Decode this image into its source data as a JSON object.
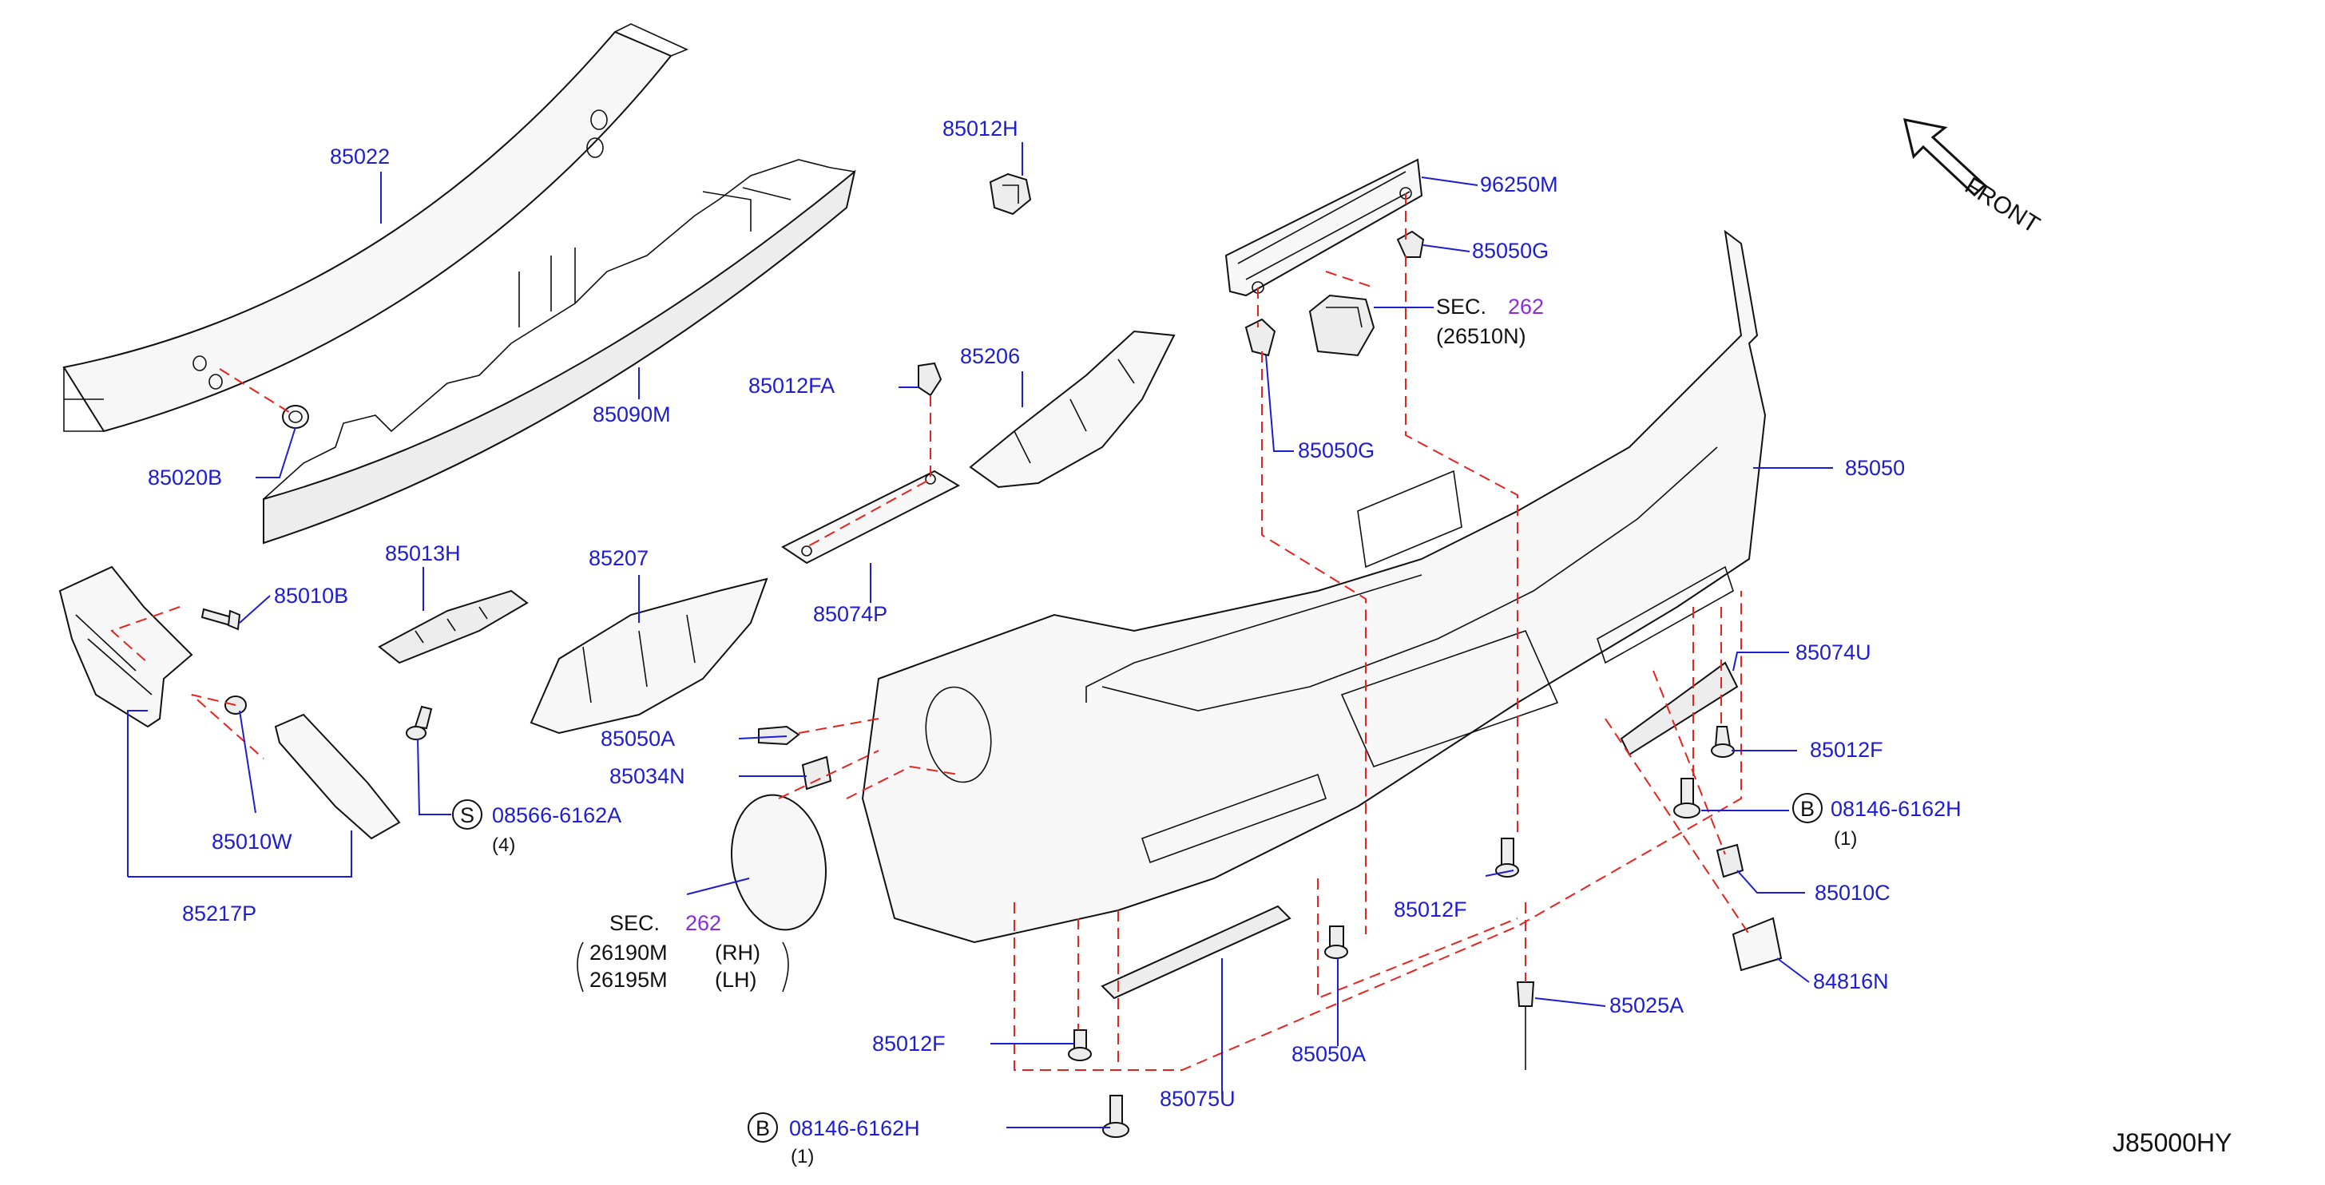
{
  "labels": {
    "p85022": "85022",
    "p85020B": "85020B",
    "p85090M": "85090M",
    "p85012H": "85012H",
    "p96250M": "96250M",
    "p85050G_top": "85050G",
    "p85050G_mid": "85050G",
    "sec262_top_prefix": "SEC.",
    "sec262_top_num": "262",
    "sec262_top_sub": "(26510N)",
    "p85206": "85206",
    "p85012FA": "85012FA",
    "p85050": "85050",
    "p85074P": "85074P",
    "p85013H": "85013H",
    "p85207": "85207",
    "p85010B": "85010B",
    "p85050A_left": "85050A",
    "p85034N": "85034N",
    "p85074U": "85074U",
    "p85012F_right": "85012F",
    "b_bolt_right_circle": "B",
    "b_bolt_right": "08146-6162H",
    "b_bolt_right_qty": "(1)",
    "p85010W": "85010W",
    "s_screw_circle": "S",
    "s_screw": "08566-6162A",
    "s_screw_qty": "(4)",
    "p85217P": "85217P",
    "p85012F_mid": "85012F",
    "p85010C": "85010C",
    "sec262_low_prefix": "SEC.",
    "sec262_low_num": "262",
    "sec262_low_rh_code": "26190M",
    "sec262_low_rh": "(RH)",
    "sec262_low_lh_code": "26195M",
    "sec262_low_lh": "(LH)",
    "p84816N": "84816N",
    "p85025A": "85025A",
    "p85012F_low": "85012F",
    "p85050A_low": "85050A",
    "p85075U": "85075U",
    "b_bolt_low_circle": "B",
    "b_bolt_low": "08146-6162H",
    "b_bolt_low_qty": "(1)",
    "front": "FRONT",
    "diagram_id": "J85000HY"
  },
  "colors": {
    "part_number": "#1d1dd2",
    "section_ref": "#8a2be2",
    "dashed_guide": "#e8231e",
    "outline": "#111111"
  }
}
